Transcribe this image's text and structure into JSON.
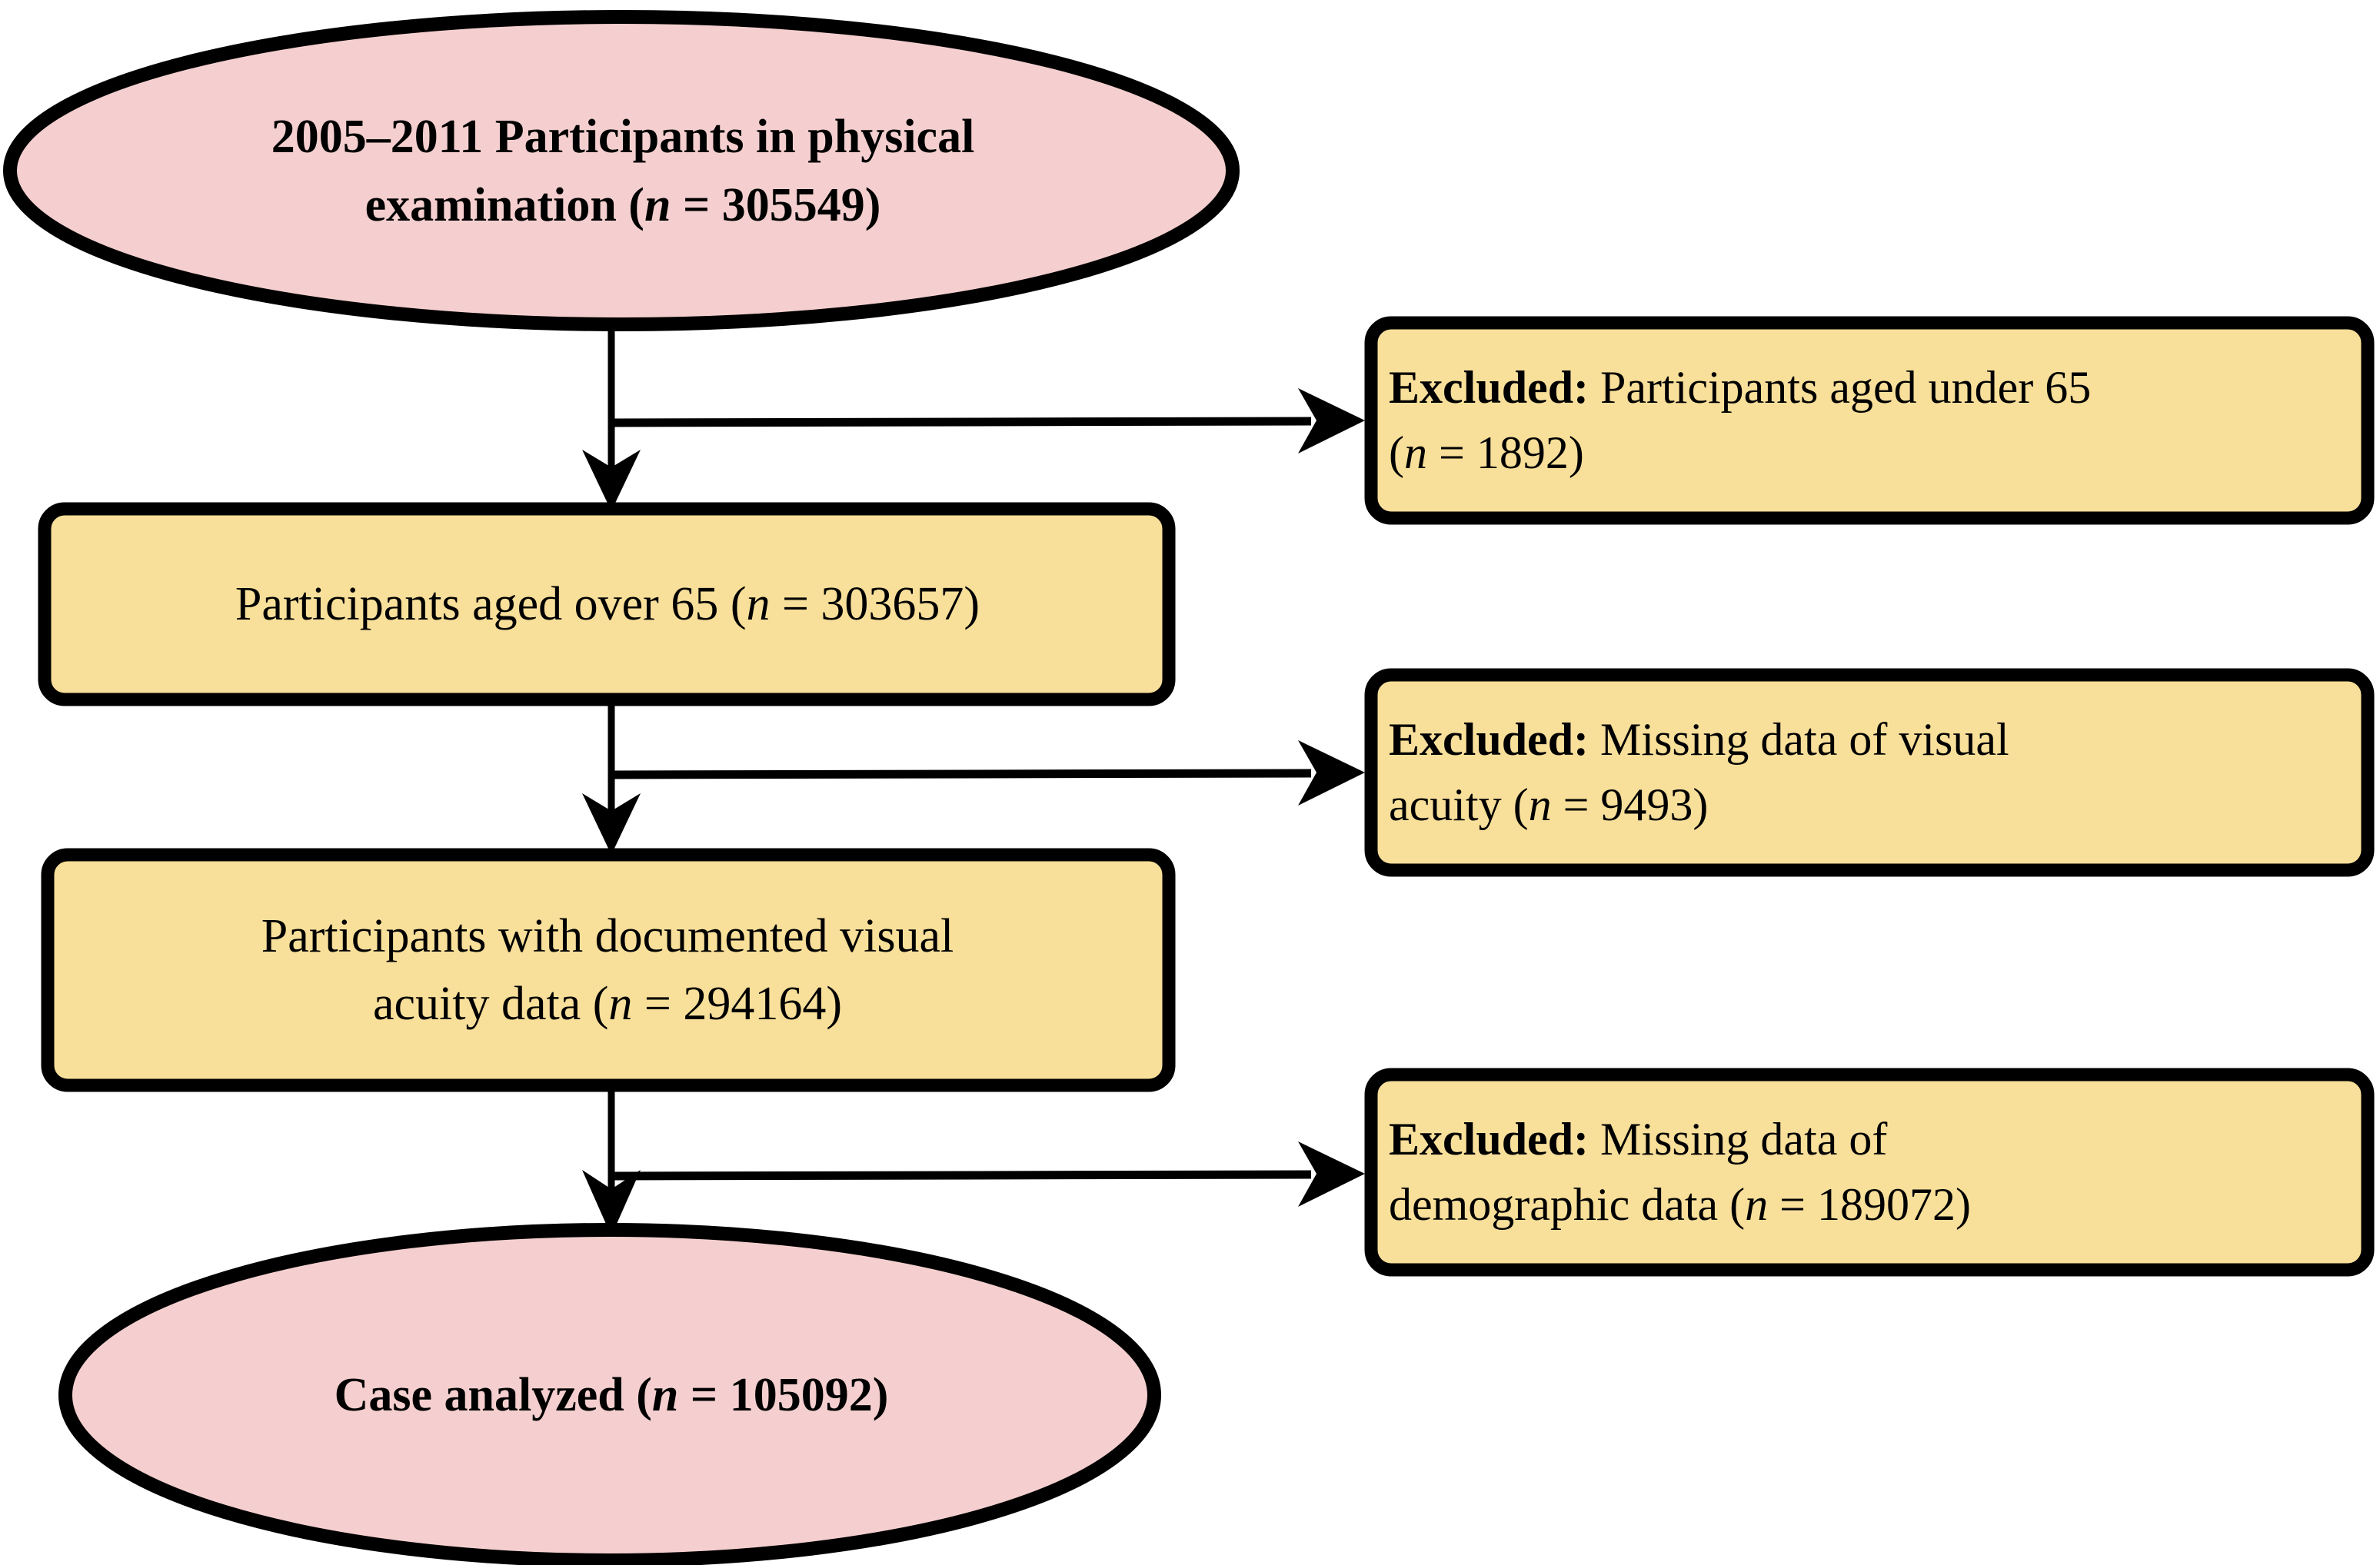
{
  "diagram": {
    "title": "Participant selection flow chart",
    "colors": {
      "ellipse_fill": "#f5cfcf",
      "box_fill": "#f8df9a",
      "stroke": "#000000",
      "text": "#000000",
      "background": "#ffffff"
    },
    "nodes": [
      {
        "id": "start-ellipse",
        "shape": "ellipse",
        "bold": true,
        "lines": [
          {
            "segments": [
              {
                "text": "2005–2011 Participants in physical",
                "style": "normal"
              }
            ]
          },
          {
            "segments": [
              {
                "text": "examination (",
                "style": "normal"
              },
              {
                "text": "n",
                "style": "italic"
              },
              {
                "text": " = 305549)",
                "style": "normal"
              }
            ]
          }
        ],
        "plain_text": "2005–2011 Participants in physical examination (n = 305549)"
      },
      {
        "id": "box-aged-over-65",
        "shape": "rounded-rect",
        "bold": false,
        "lines": [
          {
            "segments": [
              {
                "text": "Participants aged over 65 (",
                "style": "normal"
              },
              {
                "text": "n",
                "style": "italic"
              },
              {
                "text": " = 303657)",
                "style": "normal"
              }
            ]
          }
        ],
        "plain_text": "Participants aged over 65 (n = 303657)"
      },
      {
        "id": "box-documented-visual-acuity",
        "shape": "rounded-rect",
        "bold": false,
        "lines": [
          {
            "segments": [
              {
                "text": "Participants with documented visual",
                "style": "normal"
              }
            ]
          },
          {
            "segments": [
              {
                "text": "acuity data (",
                "style": "normal"
              },
              {
                "text": "n",
                "style": "italic"
              },
              {
                "text": " = 294164)",
                "style": "normal"
              }
            ]
          }
        ],
        "plain_text": "Participants with documented visual acuity data (n = 294164)"
      },
      {
        "id": "end-ellipse",
        "shape": "ellipse",
        "bold": true,
        "lines": [
          {
            "segments": [
              {
                "text": "Case analyzed (",
                "style": "normal"
              },
              {
                "text": "n",
                "style": "italic"
              },
              {
                "text": " = 105092)",
                "style": "normal"
              }
            ]
          }
        ],
        "plain_text": "Case analyzed (n = 105092)"
      }
    ],
    "exclusions": [
      {
        "id": "excluded-under-65",
        "shape": "rounded-rect",
        "label": "Excluded:",
        "lines": [
          {
            "segments": [
              {
                "text": "Excluded:",
                "style": "bold"
              },
              {
                "text": " Participants aged under 65",
                "style": "normal"
              }
            ]
          },
          {
            "segments": [
              {
                "text": "(",
                "style": "normal"
              },
              {
                "text": "n",
                "style": "italic"
              },
              {
                "text": " = 1892)",
                "style": "normal"
              }
            ]
          }
        ],
        "plain_text": "Excluded: Participants aged under 65 (n = 1892)",
        "n": 1892
      },
      {
        "id": "excluded-missing-visual-acuity",
        "shape": "rounded-rect",
        "label": "Excluded:",
        "lines": [
          {
            "segments": [
              {
                "text": "Excluded:",
                "style": "bold"
              },
              {
                "text": " Missing data of visual",
                "style": "normal"
              }
            ]
          },
          {
            "segments": [
              {
                "text": "acuity (",
                "style": "normal"
              },
              {
                "text": "n",
                "style": "italic"
              },
              {
                "text": " = 9493)",
                "style": "normal"
              }
            ]
          }
        ],
        "plain_text": "Excluded: Missing data of visual acuity (n = 9493)",
        "n": 9493
      },
      {
        "id": "excluded-missing-demographic",
        "shape": "rounded-rect",
        "label": "Excluded:",
        "lines": [
          {
            "segments": [
              {
                "text": "Excluded:",
                "style": "bold"
              },
              {
                "text": " Missing data of",
                "style": "normal"
              }
            ]
          },
          {
            "segments": [
              {
                "text": "demographic data (",
                "style": "normal"
              },
              {
                "text": "n",
                "style": "italic"
              },
              {
                "text": " = 189072)",
                "style": "normal"
              }
            ]
          }
        ],
        "plain_text": "Excluded: Missing data of demographic data (n = 189072)",
        "n": 189072
      }
    ],
    "counts": {
      "initial_participants": 305549,
      "aged_over_65": 303657,
      "documented_visual_acuity": 294164,
      "case_analyzed": 105092,
      "excluded_under_65": 1892,
      "excluded_missing_visual_acuity": 9493,
      "excluded_missing_demographic": 189072
    },
    "connectors": [
      {
        "id": "arrow-start-to-box1",
        "from": "start-ellipse",
        "to": "box-aged-over-65",
        "direction": "down"
      },
      {
        "id": "arrow-start-to-excl1",
        "from": "start-ellipse",
        "to": "excluded-under-65",
        "direction": "right"
      },
      {
        "id": "arrow-box1-to-box2",
        "from": "box-aged-over-65",
        "to": "box-documented-visual-acuity",
        "direction": "down"
      },
      {
        "id": "arrow-box1-to-excl2",
        "from": "box-aged-over-65",
        "to": "excluded-missing-visual-acuity",
        "direction": "right"
      },
      {
        "id": "arrow-box2-to-end",
        "from": "box-documented-visual-acuity",
        "to": "end-ellipse",
        "direction": "down"
      },
      {
        "id": "arrow-box2-to-excl3",
        "from": "box-documented-visual-acuity",
        "to": "excluded-missing-demographic",
        "direction": "right"
      }
    ]
  }
}
